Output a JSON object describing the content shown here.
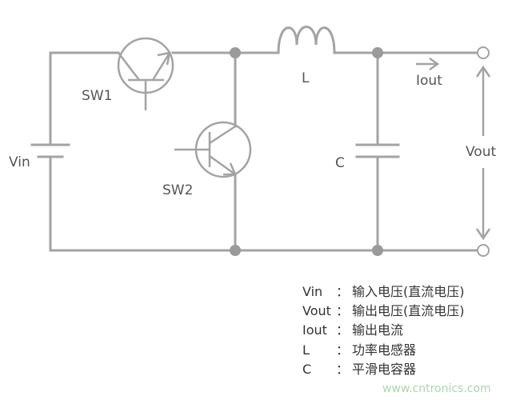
{
  "diagram": {
    "labels": {
      "vin": "Vin",
      "sw1": "SW1",
      "sw2": "SW2",
      "inductor": "L",
      "capacitor": "C",
      "iout": "Iout",
      "vout": "Vout"
    },
    "legend": [
      {
        "symbol": "Vin",
        "sep": "：",
        "desc": "输入电压(直流电压)"
      },
      {
        "symbol": "Vout",
        "sep": "：",
        "desc": "输出电压(直流电压)"
      },
      {
        "symbol": "Iout",
        "sep": "：",
        "desc": "输出电流"
      },
      {
        "symbol": "L",
        "sep": "：",
        "desc": "功率电感器"
      },
      {
        "symbol": "C",
        "sep": "：",
        "desc": "平滑电容器"
      }
    ],
    "watermark": "www.cntronics.com"
  }
}
